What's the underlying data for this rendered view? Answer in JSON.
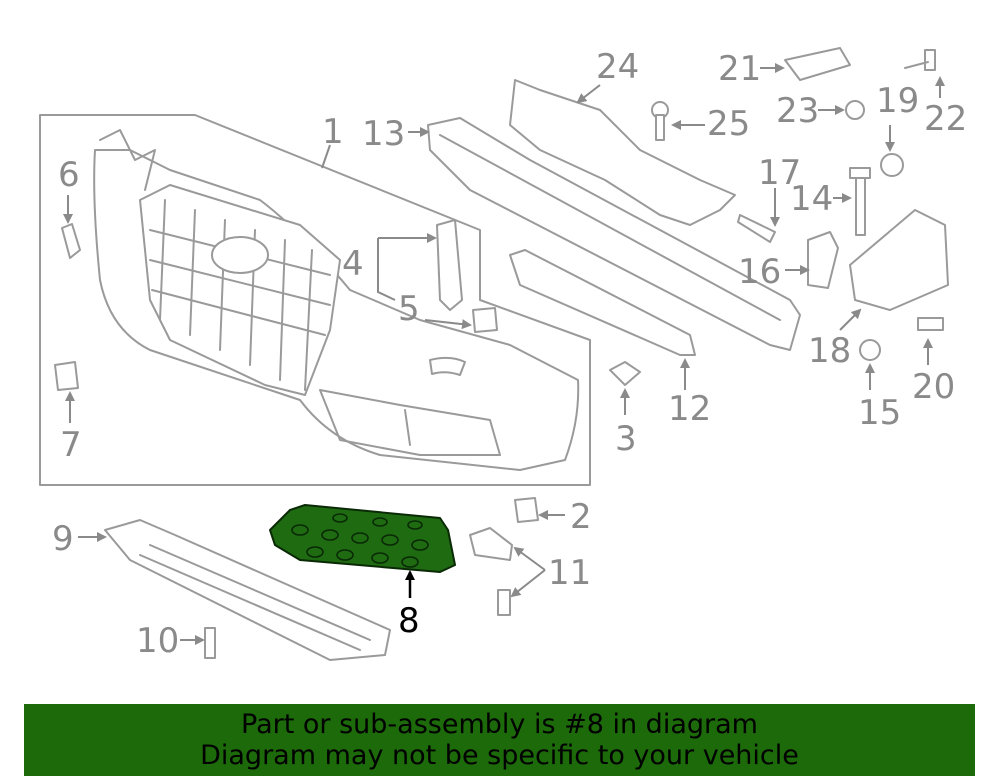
{
  "diagram": {
    "highlighted_part": "8",
    "callouts": [
      "1",
      "2",
      "3",
      "4",
      "5",
      "6",
      "7",
      "8",
      "9",
      "10",
      "11",
      "12",
      "13",
      "14",
      "15",
      "16",
      "17",
      "18",
      "19",
      "20",
      "21",
      "22",
      "23",
      "24",
      "25"
    ]
  },
  "banner": {
    "line1": "Part or sub-assembly is #8 in diagram",
    "line2": "Diagram may not be specific to your vehicle",
    "background": "#1c6a0a"
  },
  "colors": {
    "highlight": "#1f6b12",
    "line": "#9a9a9a",
    "label": "#8a8a8a"
  }
}
